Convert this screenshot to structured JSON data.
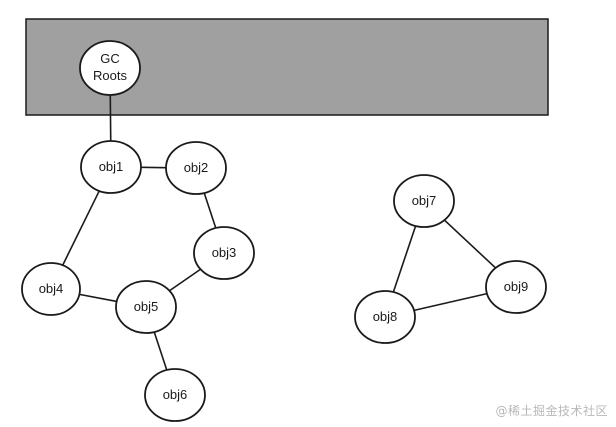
{
  "gc_roots_label": [
    "GC",
    "Roots"
  ],
  "nodes": [
    {
      "id": "obj1",
      "label": "obj1"
    },
    {
      "id": "obj2",
      "label": "obj2"
    },
    {
      "id": "obj3",
      "label": "obj3"
    },
    {
      "id": "obj4",
      "label": "obj4"
    },
    {
      "id": "obj5",
      "label": "obj5"
    },
    {
      "id": "obj6",
      "label": "obj6"
    },
    {
      "id": "obj7",
      "label": "obj7"
    },
    {
      "id": "obj8",
      "label": "obj8"
    },
    {
      "id": "obj9",
      "label": "obj9"
    }
  ],
  "edges": [
    [
      "gcroots",
      "obj1"
    ],
    [
      "obj1",
      "obj2"
    ],
    [
      "obj2",
      "obj3"
    ],
    [
      "obj1",
      "obj4"
    ],
    [
      "obj4",
      "obj5"
    ],
    [
      "obj3",
      "obj5"
    ],
    [
      "obj5",
      "obj6"
    ],
    [
      "obj7",
      "obj8"
    ],
    [
      "obj7",
      "obj9"
    ],
    [
      "obj8",
      "obj9"
    ]
  ],
  "colors": {
    "root_region_fill": "#a0a0a0",
    "stroke": "#1a1a1a",
    "node_fill": "#ffffff"
  },
  "watermark": "@稀土掘金技术社区"
}
